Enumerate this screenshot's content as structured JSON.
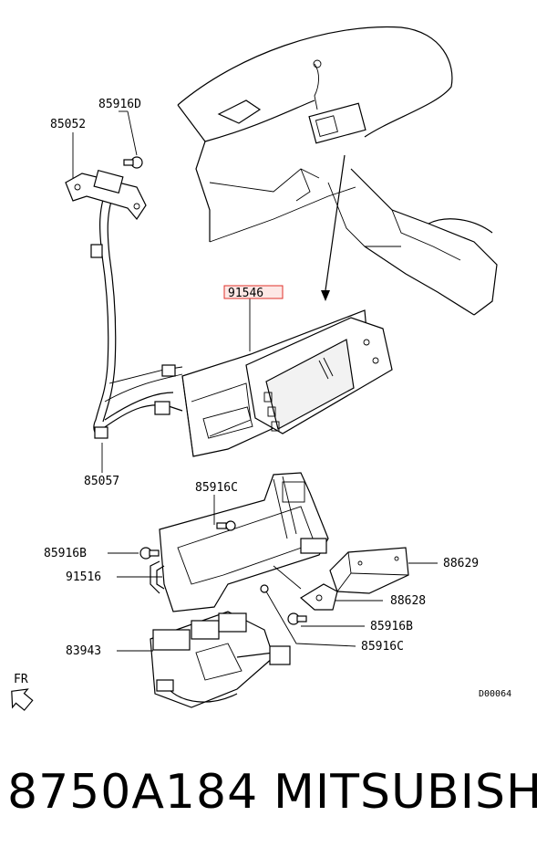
{
  "diagram": {
    "labels": {
      "p85916D_top": "85916D",
      "p85052": "85052",
      "p91546": "91546",
      "p85057": "85057",
      "p85916C_mid": "85916C",
      "p85916B_left": "85916B",
      "p91516": "91516",
      "p88629": "88629",
      "p88628": "88628",
      "p85916B_right": "85916B",
      "p83943": "83943",
      "p85916C_bottom": "85916C",
      "fr": "FR",
      "code": "D00064"
    },
    "highlight_color": "#e0302a"
  },
  "caption": {
    "part_number": "8750A184",
    "brand": "MITSUBISHI"
  }
}
